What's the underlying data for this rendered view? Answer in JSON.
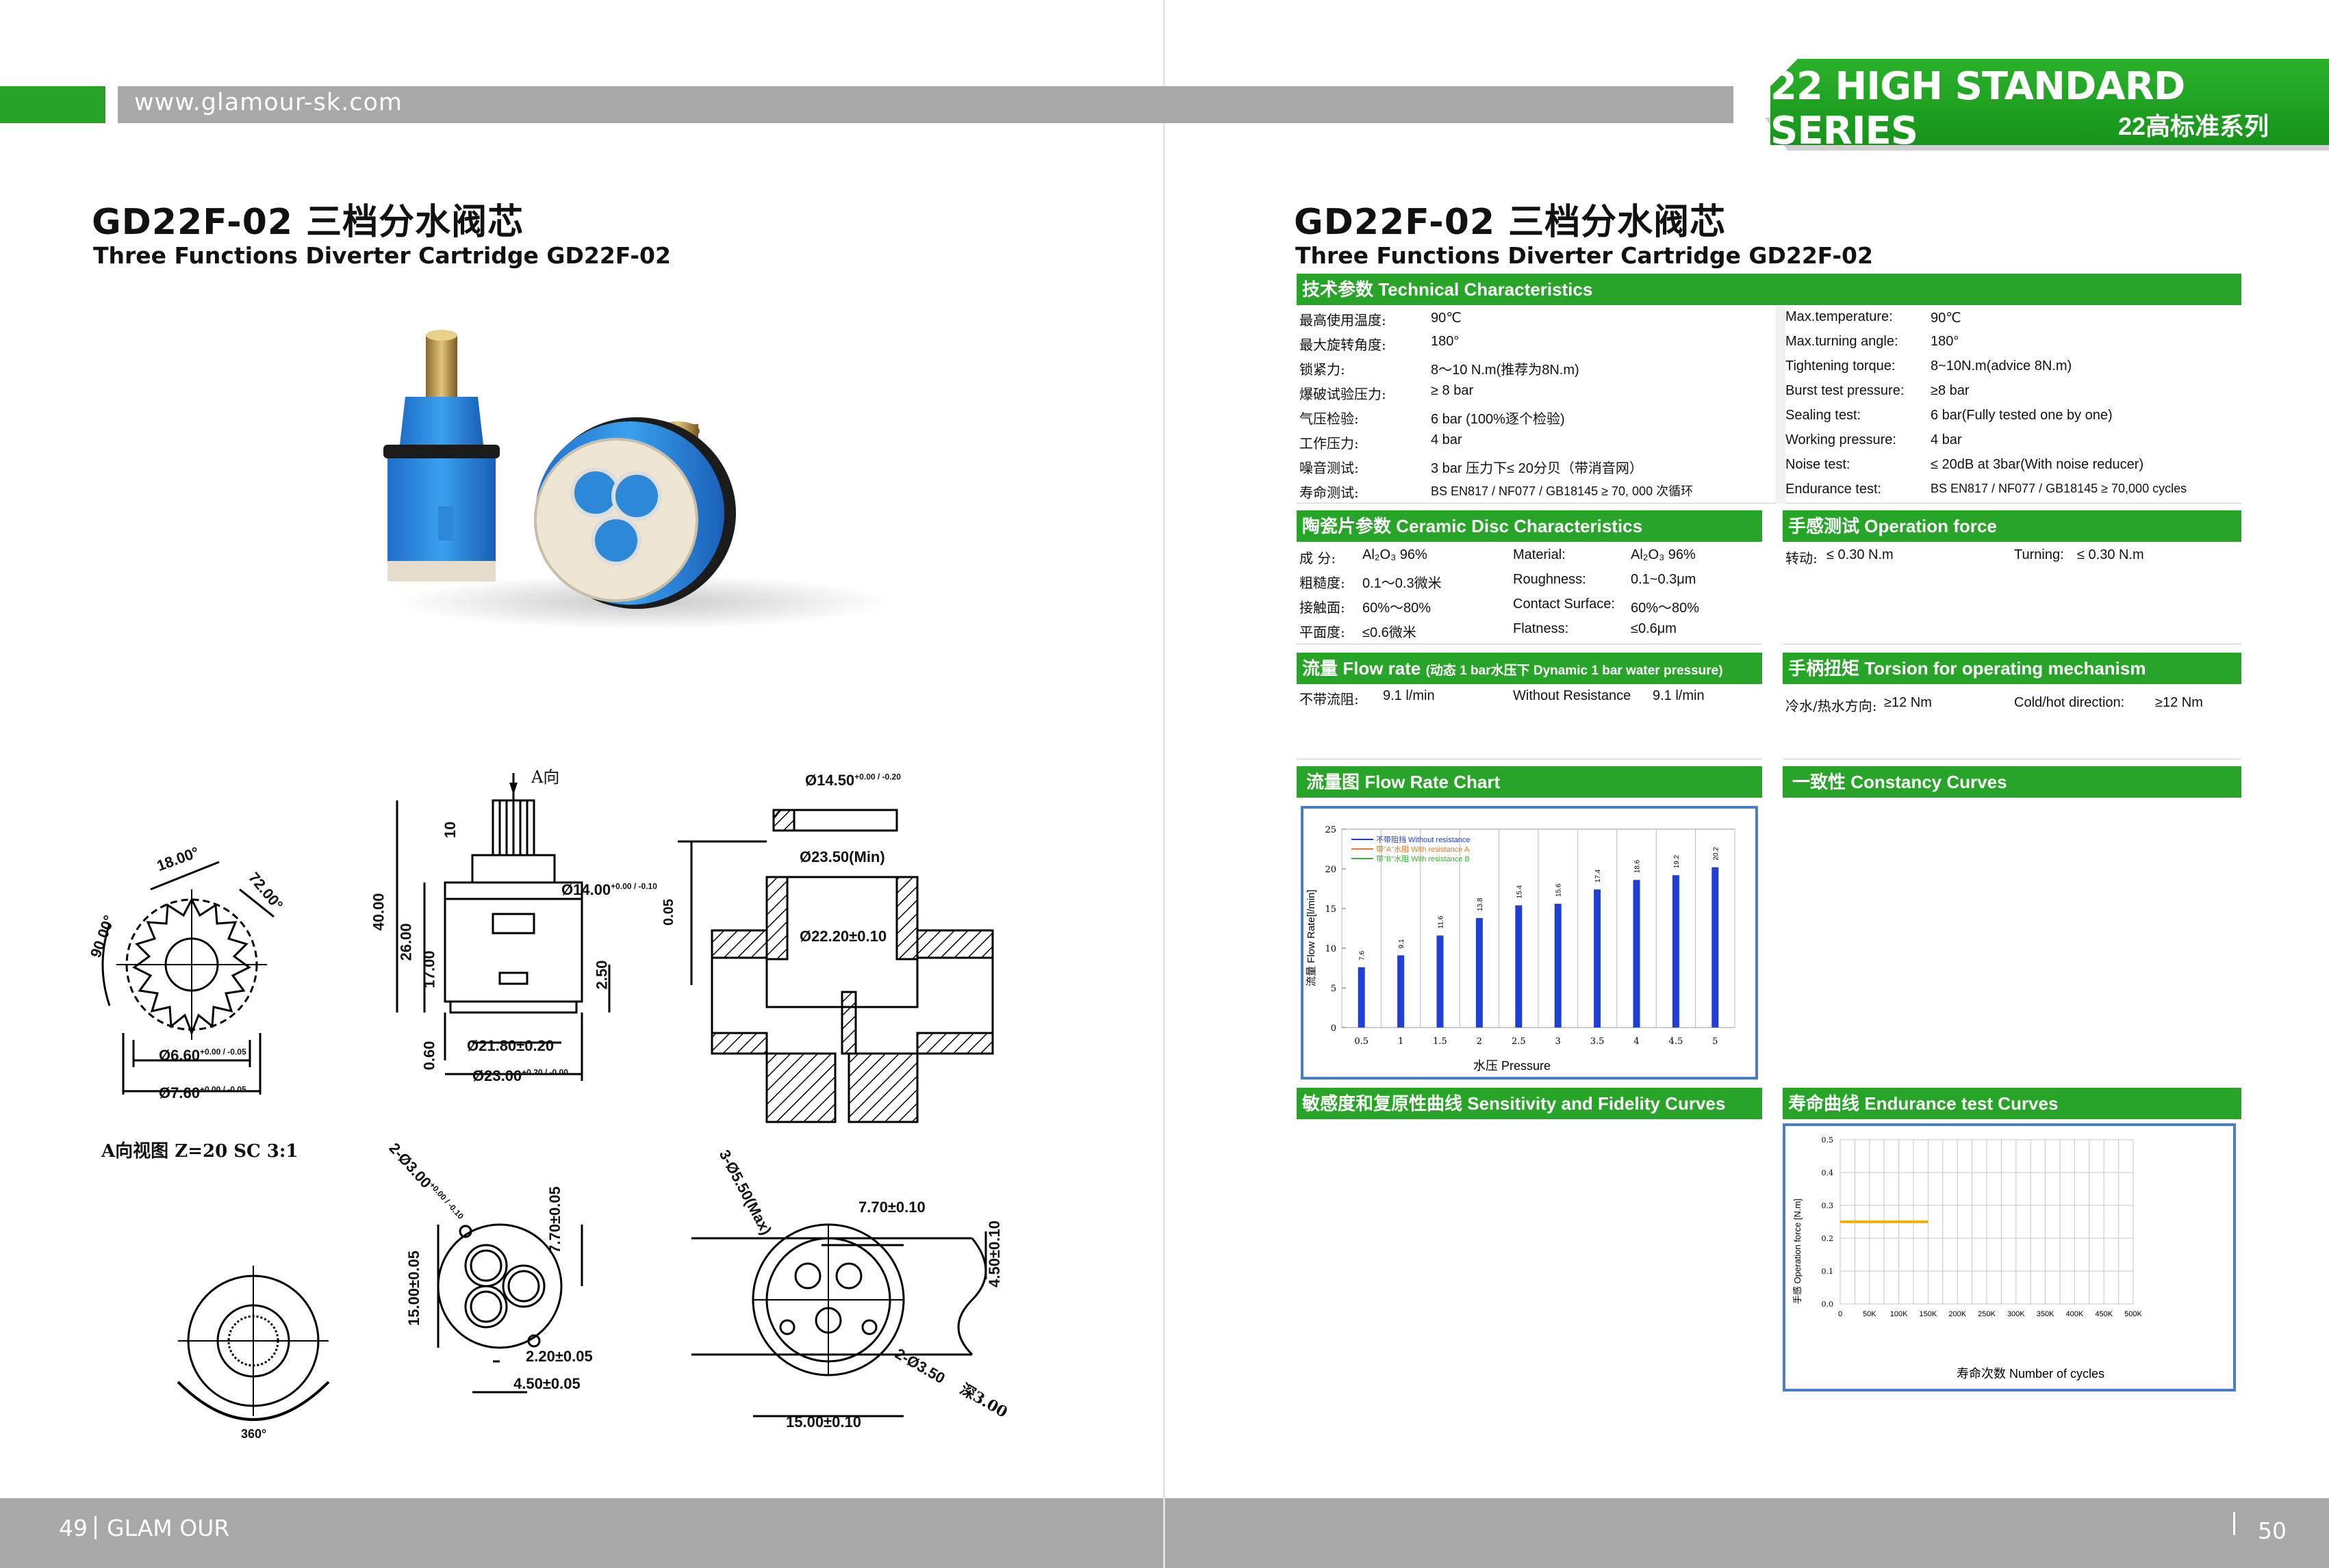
{
  "header": {
    "url": "www.glamour-sk.com",
    "series_en": "22 HIGH STANDARD SERIES",
    "series_cn": "22高标准系列"
  },
  "left": {
    "title_cn": "GD22F-02  三档分水阀芯",
    "title_en": "Three Functions Diverter Cartridge GD22F-02",
    "drawing_labels": {
      "a_dir": "A向",
      "a_view": "A向视图   Z=20  SC  3:1",
      "angle_18": "18.00°",
      "angle_72": "72.00°",
      "angle_90": "90.00°",
      "d660": "Ø6.60",
      "d660_tol": "+0.00 / -0.05",
      "d760": "Ø7.60",
      "d760_tol": "+0.00 / -0.05",
      "h10": "10",
      "h40": "40.00",
      "h26": "26.00",
      "h17": "17.00",
      "h060": "0.60",
      "h250": "2.50",
      "d14": "Ø14.00",
      "d14_tol": "+0.00 / -0.10",
      "d2180": "Ø21.80±0.20",
      "d23": "Ø23.00",
      "d23_tol": "+0.20 / -0.00",
      "d1450": "Ø14.50",
      "d1450_tol": "+0.00 / -0.20",
      "d2350": "Ø23.50(Min)",
      "d2220": "Ø22.20±0.10",
      "flat005": "0.05",
      "holes2": "2-Ø3.00",
      "holes2_tol": "+0.00 / -0.10",
      "v770": "7.70±0.05",
      "v1500": "15.00±0.05",
      "v220": "2.20±0.05",
      "v450": "4.50±0.05",
      "holes3": "3-Ø5.50(Max)",
      "s770": "7.70±0.10",
      "s450": "4.50±0.10",
      "s2350": "2-Ø3.50",
      "depth": "深3.00",
      "s1500": "15.00±0.10",
      "rot": "360°"
    }
  },
  "right": {
    "title_cn": "GD22F-02  三档分水阀芯",
    "title_en": "Three Functions Diverter Cartridge GD22F-02",
    "tech": {
      "heading": "技术参数  Technical Characteristics",
      "cn_rows": [
        {
          "label": "最高使用温度:",
          "value": "90℃"
        },
        {
          "label": "最大旋转角度:",
          "value": "180°"
        },
        {
          "label": "锁紧力:",
          "value": "8～10 N.m(推荐为8N.m)"
        },
        {
          "label": "爆破试验压力:",
          "value": "≥ 8 bar"
        },
        {
          "label": "气压检验:",
          "value": "6 bar (100%逐个检验)"
        },
        {
          "label": "工作压力:",
          "value": "4 bar"
        },
        {
          "label": "噪音测试:",
          "value": "3 bar 压力下≤ 20分贝（带消音网）"
        },
        {
          "label": "寿命测试:",
          "value": "BS EN817  /  NF077 / GB18145   ≥ 70, 000 次循环"
        }
      ],
      "en_rows": [
        {
          "label": "Max.temperature:",
          "value": "90℃"
        },
        {
          "label": "Max.turning angle:",
          "value": "180°"
        },
        {
          "label": "Tightening torque:",
          "value": "8~10N.m(advice 8N.m)"
        },
        {
          "label": "Burst test pressure:",
          "value": "≥8 bar"
        },
        {
          "label": "Sealing test:",
          "value": "6 bar(Fully tested one by one)"
        },
        {
          "label": "Working pressure:",
          "value": "4 bar"
        },
        {
          "label": "Noise test:",
          "value": "≤ 20dB at 3bar(With noise reducer)"
        },
        {
          "label": "Endurance test:",
          "value": "BS EN817  /  NF077 / GB18145   ≥ 70,000 cycles"
        }
      ]
    },
    "ceramic": {
      "heading": "陶瓷片参数  Ceramic Disc Characteristics",
      "rows": [
        {
          "cn_label": "成    分:",
          "cn_value": "Al₂O₃ 96%",
          "en_label": "Material:",
          "en_value": "Al₂O₃ 96%"
        },
        {
          "cn_label": "粗糙度:",
          "cn_value": "0.1～0.3微米",
          "en_label": "Roughness:",
          "en_value": "0.1~0.3μm"
        },
        {
          "cn_label": "接触面:",
          "cn_value": "60%～80%",
          "en_label": "Contact Surface:",
          "en_value": "60%～80%"
        },
        {
          "cn_label": "平面度:",
          "cn_value": "≤0.6微米",
          "en_label": "Flatness:",
          "en_value": "≤0.6μm"
        }
      ]
    },
    "operation": {
      "heading": "手感测试  Operation force",
      "cn_label": "转动:",
      "cn_value": "≤ 0.30 N.m",
      "en_label": "Turning:",
      "en_value": "≤ 0.30 N.m"
    },
    "flow": {
      "heading": "流量  Flow rate",
      "heading_note": "(动态 1 bar水压下 Dynamic 1 bar water pressure)",
      "cn_label": "不带流阻:",
      "cn_value": "9.1   l/min",
      "en_label": "Without Resistance",
      "en_value": "9.1   l/min"
    },
    "torsion": {
      "heading": "手柄扭矩  Torsion for operating mechanism",
      "cn_label": "冷水/热水方向:",
      "cn_value": "≥12 Nm",
      "en_label": "Cold/hot direction:",
      "en_value": "≥12 Nm"
    },
    "flow_chart_heading": "流量图  Flow Rate Chart",
    "constancy_heading": "一致性 Constancy Curves",
    "sensitivity_heading": "敏感度和复原性曲线 Sensitivity and Fidelity Curves",
    "endurance_heading": "寿命曲线 Endurance test Curves"
  },
  "footer": {
    "left_page": "49",
    "brand": "GLAM   OUR",
    "right_page": "50"
  },
  "chart_data": [
    {
      "type": "bar",
      "title": "流量图  Flow Rate Chart",
      "xlabel": "水压    Pressure",
      "ylabel": "流量 Flow Rate[l/min]",
      "categories": [
        "0.5",
        "1",
        "1.5",
        "2",
        "2.5",
        "3",
        "3.5",
        "4",
        "4.5",
        "5"
      ],
      "series": [
        {
          "name": "不带阻挡 Without resistance",
          "values": [
            7.6,
            9.1,
            11.6,
            13.8,
            15.4,
            15.6,
            17.4,
            18.6,
            19.2,
            20.2
          ]
        }
      ],
      "legend_extra": [
        "带\"A\"水阻 With resistance A",
        "带\"B\"水阻 With resistance B"
      ],
      "ylim": [
        0,
        25
      ],
      "yticks": [
        0,
        5,
        10,
        15,
        20,
        25
      ],
      "colors": {
        "bar": "#1f3fd6",
        "legend_a": "#e07a2a",
        "legend_b": "#38b038",
        "frame": "#4a7ec6"
      },
      "grid": true,
      "legend": "top-left"
    },
    {
      "type": "line",
      "title": "寿命曲线 Endurance test Curves",
      "xlabel": "寿命次数  Number of cycles",
      "ylabel": "手感 Operation force [N.m]",
      "x_ticks": [
        "0",
        "50K",
        "100K",
        "150K",
        "200K",
        "250K",
        "300K",
        "350K",
        "400K",
        "450K",
        "500K"
      ],
      "y_ticks": [
        "0.0",
        "0.1",
        "0.2",
        "0.3",
        "0.4",
        "0.5"
      ],
      "xlim": [
        0,
        500000
      ],
      "ylim": [
        0,
        0.5
      ],
      "series": [
        {
          "name": "",
          "x": [
            0,
            150000
          ],
          "y": [
            0.25,
            0.25
          ]
        }
      ],
      "colors": {
        "line": "#f0b400",
        "frame": "#4a7ec6"
      },
      "grid": true
    }
  ]
}
